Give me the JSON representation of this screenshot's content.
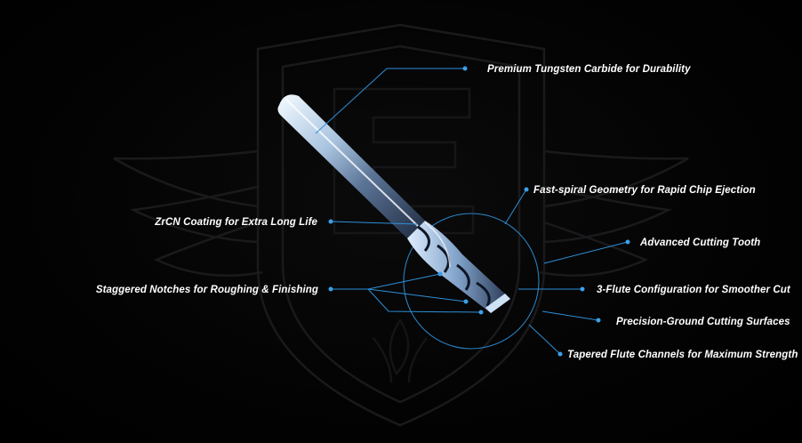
{
  "colors": {
    "background": "#000000",
    "callout_line": "#2e8fd6",
    "label_text": "#ffffff",
    "emblem": "#1c1c1e",
    "bit_highlight": "#e8f4ff",
    "bit_shadow": "#2a3a55"
  },
  "icons": {
    "background_emblem": "shield-wings-emblem-icon",
    "product": "end-mill-bit-icon"
  },
  "callouts": [
    {
      "id": "tungsten",
      "text": "Premium Tungsten Carbide for Durability"
    },
    {
      "id": "fast_spiral",
      "text": "Fast-spiral Geometry for Rapid Chip Ejection"
    },
    {
      "id": "zrcn",
      "text": "ZrCN Coating for Extra Long Life"
    },
    {
      "id": "cutting_tooth",
      "text": "Advanced Cutting Tooth"
    },
    {
      "id": "notches",
      "text": "Staggered Notches for Roughing & Finishing"
    },
    {
      "id": "three_flute",
      "text": "3-Flute Configuration for Smoother Cut"
    },
    {
      "id": "precision",
      "text": "Precision-Ground Cutting Surfaces"
    },
    {
      "id": "tapered",
      "text": "Tapered Flute Channels for Maximum Strength"
    }
  ]
}
